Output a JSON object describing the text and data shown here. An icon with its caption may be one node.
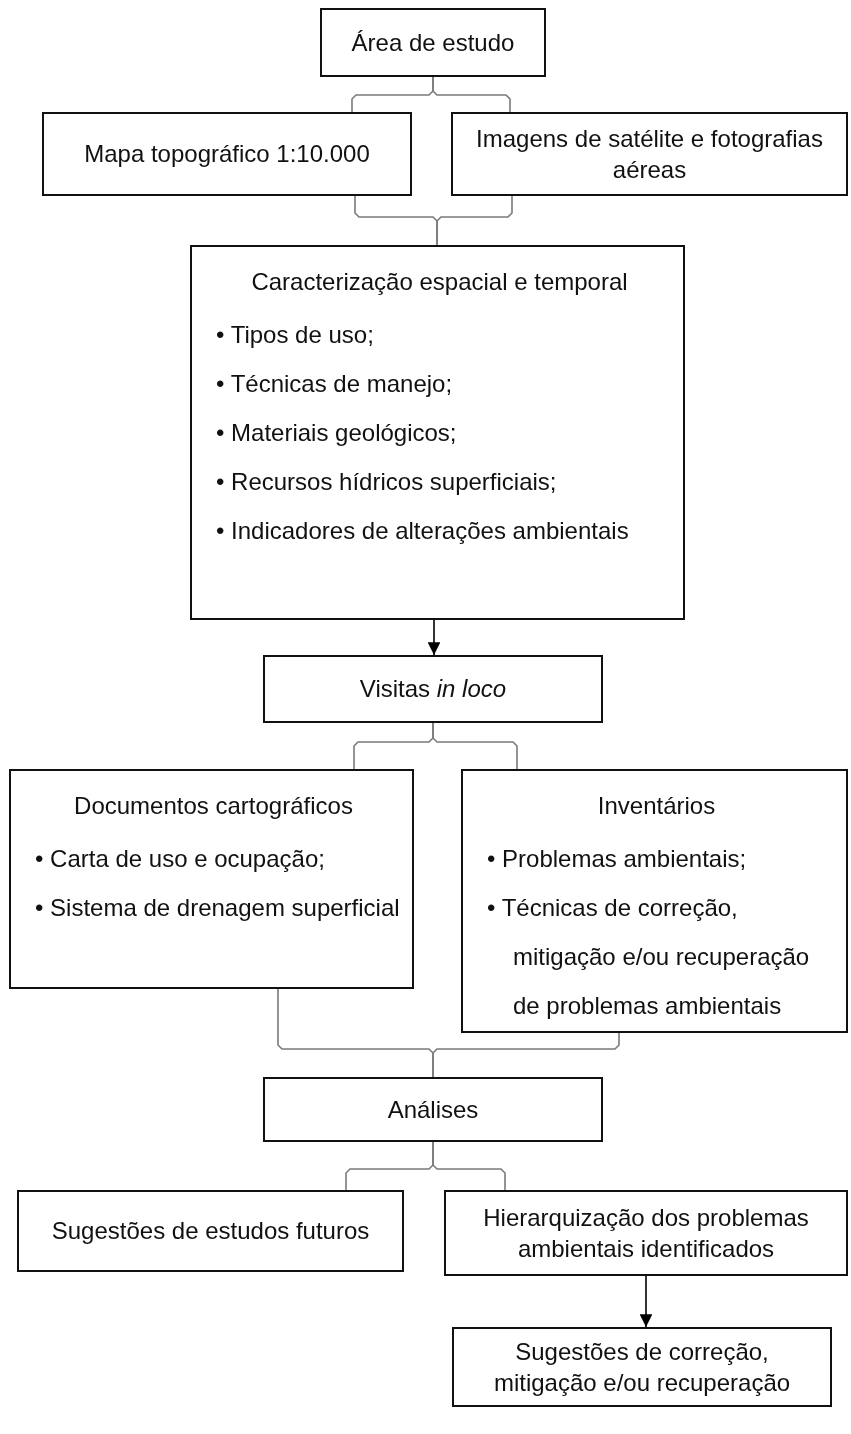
{
  "diagram": {
    "nodes": [
      {
        "text": [
          "Área de estudo"
        ]
      },
      {
        "text": [
          "Mapa topográfico 1:10.000"
        ]
      },
      {
        "text": [
          "Imagens de satélite e fotografias aéreas"
        ]
      },
      {
        "text": [
          "Caracterização espacial e temporal",
          "• Tipos de uso;",
          "• Técnicas de manejo;",
          "• Materiais geológicos;",
          "• Recursos hídricos superficiais;",
          "• Indicadores de alterações ambientais"
        ]
      },
      {
        "text": [
          "Visitas *in loco*"
        ]
      },
      {
        "text": [
          "Documentos cartográficos",
          "• Carta de uso e ocupação;",
          "• Sistema de drenagem superficial"
        ]
      },
      {
        "text": [
          "Inventários",
          "• Problemas ambientais;",
          "• Técnicas de correção, mitigação e/ou recuperação de problemas ambientais"
        ]
      },
      {
        "text": [
          "Análises"
        ]
      },
      {
        "text": [
          "Sugestões de estudos futuros"
        ]
      },
      {
        "text": [
          "Hierarquização dos problemas ambientais identificados"
        ]
      },
      {
        "text": [
          "Sugestões de correção, mitigação e/ou recuperação"
        ]
      }
    ],
    "edges": [
      {
        "from": 0,
        "to": 1,
        "arrow": "none"
      },
      {
        "from": 0,
        "to": 2,
        "arrow": "none"
      },
      {
        "from": 1,
        "to": 3,
        "arrow": "none"
      },
      {
        "from": 2,
        "to": 3,
        "arrow": "none"
      },
      {
        "from": 3,
        "to": 4,
        "arrow": "to",
        "color": "#000000"
      },
      {
        "from": 4,
        "to": 5,
        "arrow": "none"
      },
      {
        "from": 4,
        "to": 6,
        "arrow": "none"
      },
      {
        "from": 5,
        "to": 7,
        "arrow": "none"
      },
      {
        "from": 6,
        "to": 7,
        "arrow": "none"
      },
      {
        "from": 7,
        "to": 8,
        "arrow": "none"
      },
      {
        "from": 7,
        "to": 9,
        "arrow": "none"
      },
      {
        "from": 9,
        "to": 10,
        "arrow": "to",
        "color": "#000000"
      }
    ]
  }
}
